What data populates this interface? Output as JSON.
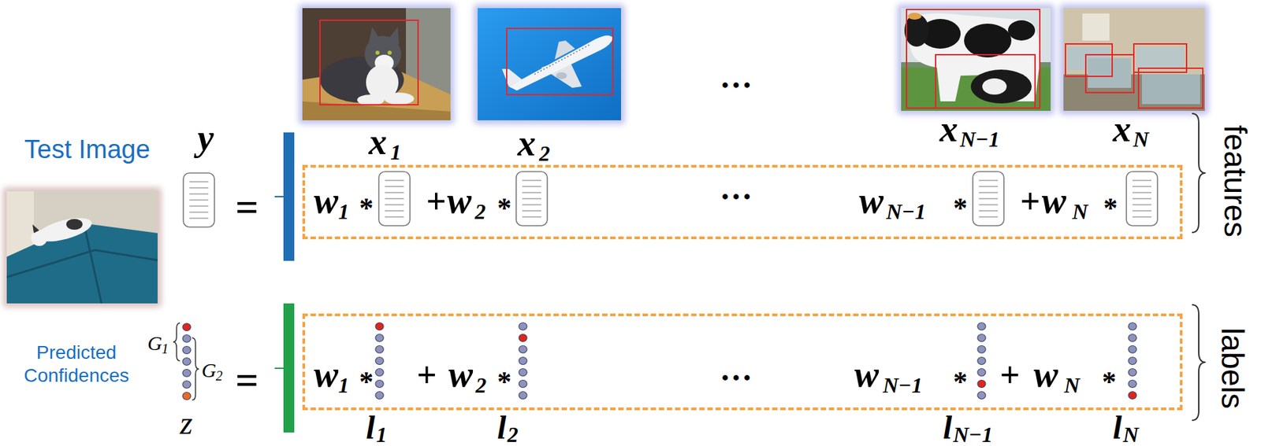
{
  "diagram": {
    "nodes": [
      {
        "text": [
          "w",
          "1",
          "*",
          "+",
          "w",
          "2",
          "*",
          "…",
          "w",
          "N−1",
          "*",
          "+",
          "w",
          "N",
          "*"
        ]
      },
      {
        "text": [
          "w",
          "1",
          "*",
          "+",
          "w",
          "2",
          "*",
          "…",
          "w",
          "N−1",
          "*",
          "+",
          "w",
          "N",
          "*"
        ]
      }
    ],
    "labels": [
      "Test Image",
      "y",
      "=",
      "x",
      "1",
      "x",
      "2",
      "…",
      "x",
      "N−1",
      "x",
      "N",
      "features",
      "Predicted Confidences",
      "G",
      "1",
      "G",
      "2",
      "=",
      "z",
      "l",
      "1",
      "l",
      "2",
      "l",
      "N−1",
      "l",
      "N",
      "labels"
    ]
  }
}
